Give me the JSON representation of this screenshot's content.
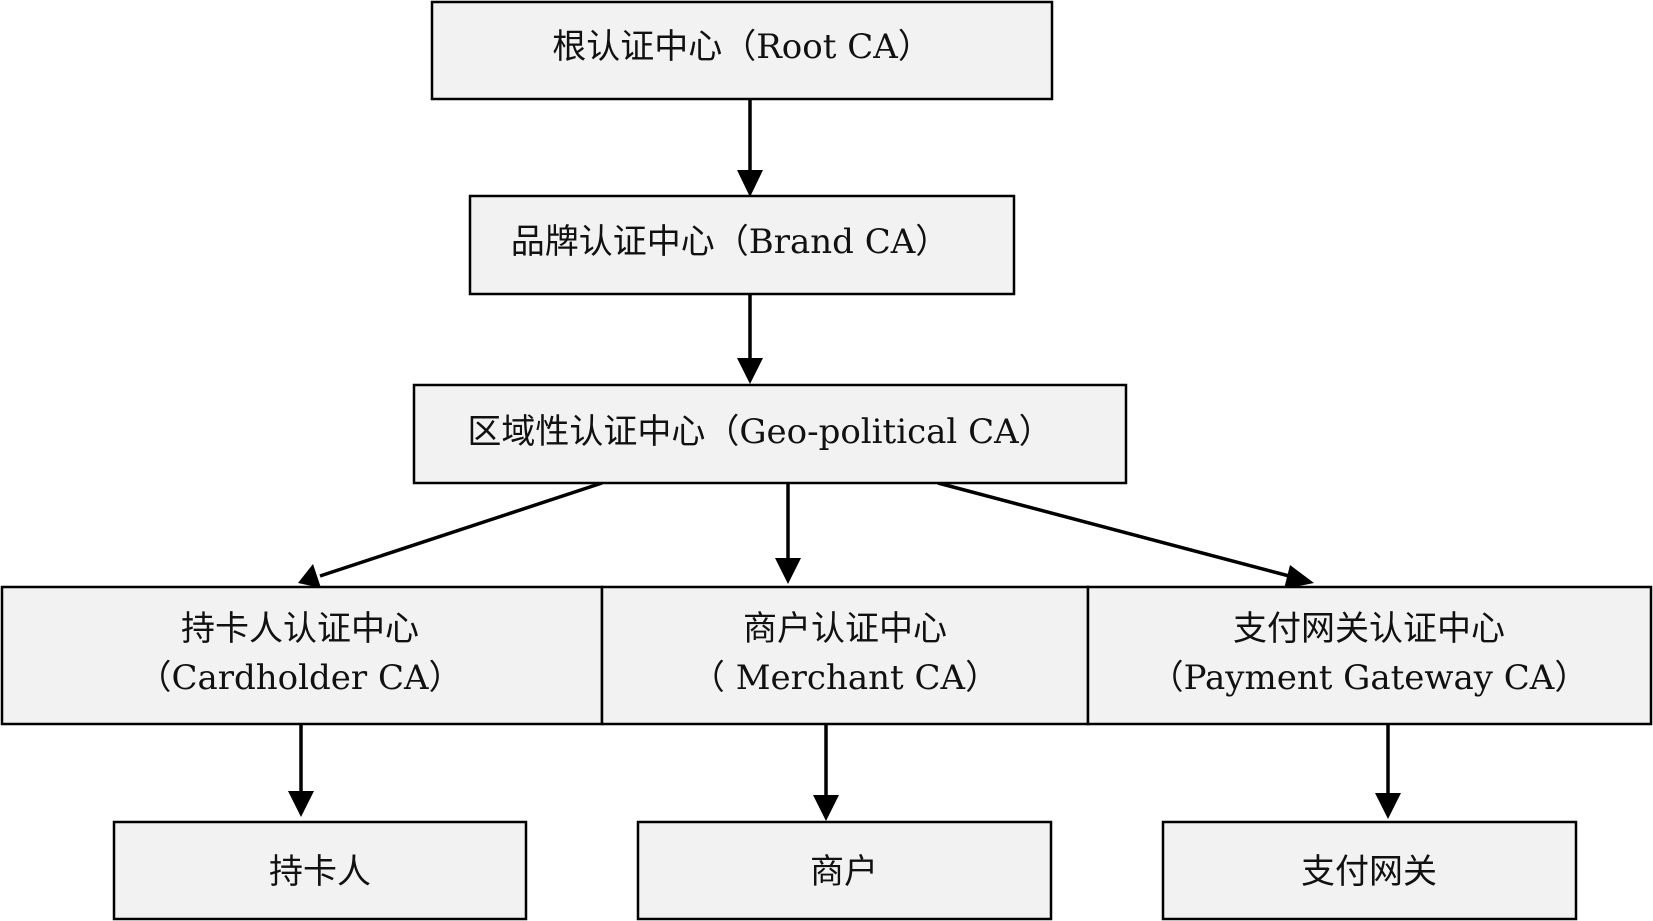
{
  "nodes": {
    "root": {
      "label": "根认证中心（Root CA）"
    },
    "brand": {
      "label": "品牌认证中心（Brand CA）"
    },
    "geo": {
      "label": "区域性认证中心（Geo-political CA）"
    },
    "cardholder_ca": {
      "line1": "持卡人认证中心",
      "line2": "（Cardholder CA）"
    },
    "merchant_ca": {
      "line1": "商户认证中心",
      "line2": "（ Merchant CA）"
    },
    "gateway_ca": {
      "line1": "支付网关认证中心",
      "line2": "（Payment Gateway CA）"
    },
    "cardholder": {
      "label": "持卡人"
    },
    "merchant": {
      "label": "商户"
    },
    "gateway": {
      "label": "支付网关"
    }
  },
  "edges": [
    {
      "from": "root",
      "to": "brand"
    },
    {
      "from": "brand",
      "to": "geo"
    },
    {
      "from": "geo",
      "to": "cardholder_ca"
    },
    {
      "from": "geo",
      "to": "merchant_ca"
    },
    {
      "from": "geo",
      "to": "gateway_ca"
    },
    {
      "from": "cardholder_ca",
      "to": "cardholder"
    },
    {
      "from": "merchant_ca",
      "to": "merchant"
    },
    {
      "from": "gateway_ca",
      "to": "gateway"
    }
  ]
}
